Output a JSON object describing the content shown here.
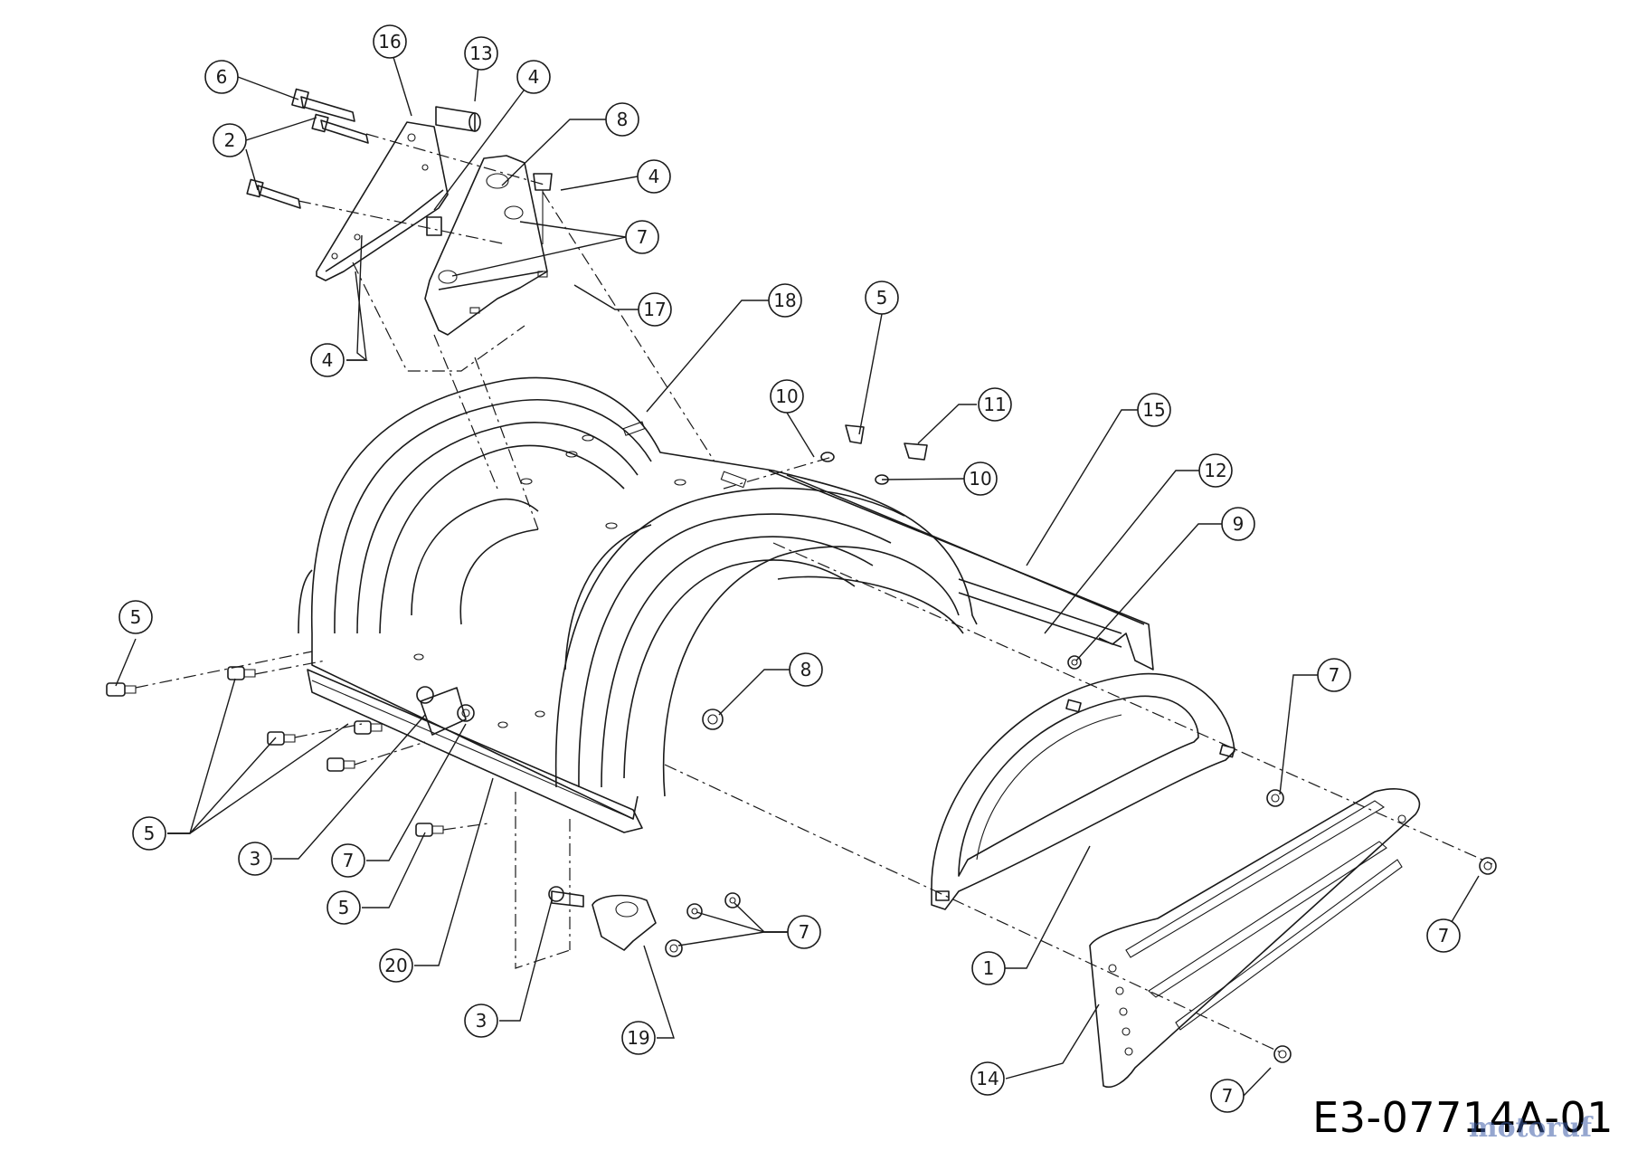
{
  "drawing_code": "E3-07714A-01",
  "watermark": "motoruf",
  "callouts": [
    {
      "label": "16"
    },
    {
      "label": "13"
    },
    {
      "label": "6"
    },
    {
      "label": "4"
    },
    {
      "label": "2"
    },
    {
      "label": "8"
    },
    {
      "label": "4"
    },
    {
      "label": "7"
    },
    {
      "label": "17"
    },
    {
      "label": "18"
    },
    {
      "label": "4"
    },
    {
      "label": "5"
    },
    {
      "label": "10"
    },
    {
      "label": "11"
    },
    {
      "label": "15"
    },
    {
      "label": "10"
    },
    {
      "label": "12"
    },
    {
      "label": "9"
    },
    {
      "label": "5"
    },
    {
      "label": "8"
    },
    {
      "label": "7"
    },
    {
      "label": "5"
    },
    {
      "label": "3"
    },
    {
      "label": "7"
    },
    {
      "label": "5"
    },
    {
      "label": "20"
    },
    {
      "label": "7"
    },
    {
      "label": "1"
    },
    {
      "label": "7"
    },
    {
      "label": "3"
    },
    {
      "label": "19"
    },
    {
      "label": "14"
    },
    {
      "label": "7"
    }
  ]
}
